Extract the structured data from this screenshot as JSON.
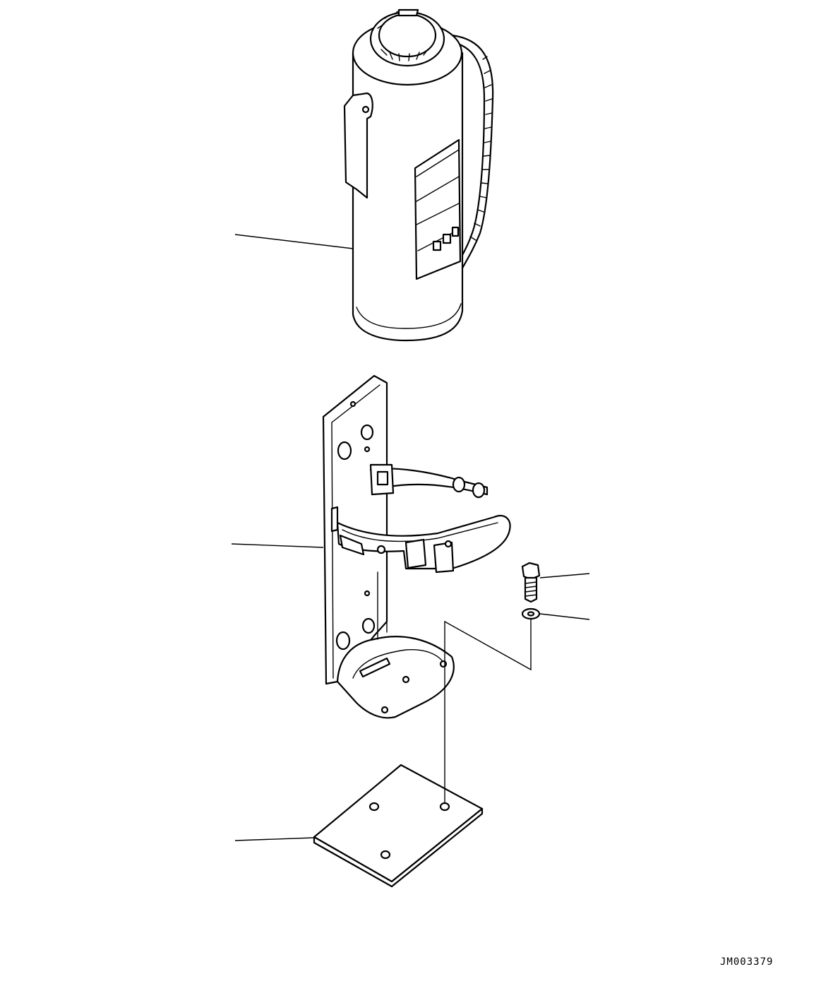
{
  "drawing": {
    "reference_code": "JM003379"
  },
  "parts": [
    {
      "id": "fire-extinguisher"
    },
    {
      "id": "mounting-bracket"
    },
    {
      "id": "bolt"
    },
    {
      "id": "washer"
    },
    {
      "id": "plate"
    }
  ],
  "colors": {
    "line": "#000000",
    "background": "#ffffff"
  }
}
